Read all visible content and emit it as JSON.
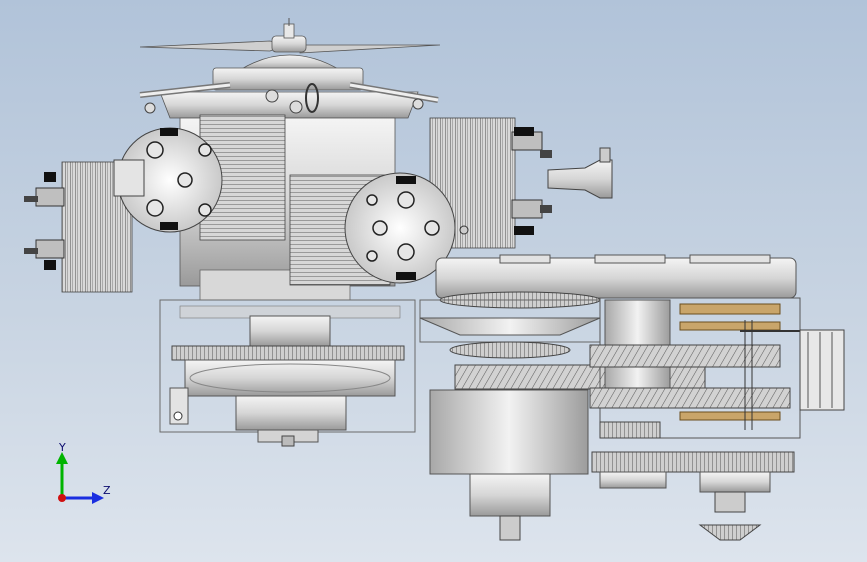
{
  "viewport": {
    "background_top": "#b1c3d9",
    "background_bottom": "#dde4ed"
  },
  "triad": {
    "y_label": "Y",
    "z_label": "Z",
    "y_color": "#00b400",
    "z_color": "#1a2ee0",
    "x_color": "#d01010"
  },
  "model": {
    "description_icon": "radial-engine-gearbox-assembly"
  }
}
